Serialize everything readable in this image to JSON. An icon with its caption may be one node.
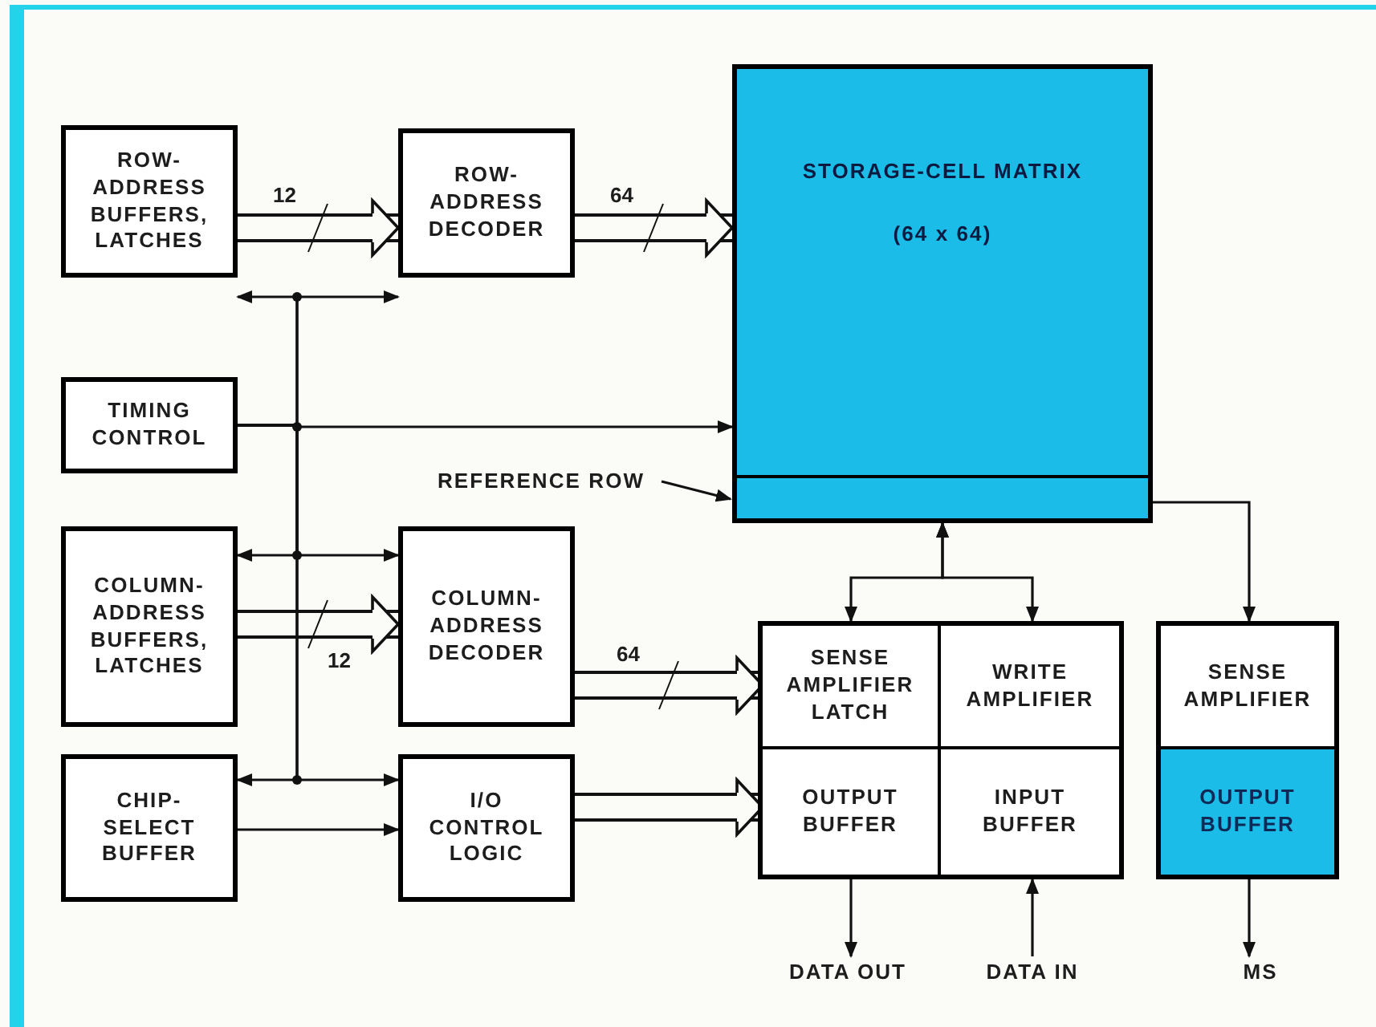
{
  "diagram": {
    "nodes": [
      {
        "text": [
          "ROW-ADDRESS BUFFERS, LATCHES"
        ]
      },
      {
        "text": [
          "ROW-ADDRESS DECODER"
        ]
      },
      {
        "text": [
          "TIMING CONTROL"
        ]
      },
      {
        "text": [
          "COLUMN-ADDRESS BUFFERS, LATCHES"
        ]
      },
      {
        "text": [
          "COLUMN-ADDRESS DECODER"
        ]
      },
      {
        "text": [
          "CHIP-SELECT BUFFER"
        ]
      },
      {
        "text": [
          "I/O CONTROL LOGIC"
        ]
      },
      {
        "text": [
          "STORAGE-CELL MATRIX",
          "(64 x 64)"
        ]
      },
      {
        "text": [],
        "shape": "bar",
        "in": 7
      },
      {
        "text": [
          "REFERENCE ROW"
        ]
      },
      {
        "text": [],
        "shape": "box"
      },
      {
        "text": [
          "SENSE AMPLIFIER LATCH"
        ],
        "in": 10
      },
      {
        "text": [
          "WRITE AMPLIFIER"
        ],
        "in": 10
      },
      {
        "text": [
          "OUTPUT BUFFER"
        ],
        "in": 10
      },
      {
        "text": [
          "INPUT BUFFER"
        ],
        "in": 10
      },
      {
        "text": [],
        "shape": "box"
      },
      {
        "text": [
          "SENSE AMPLIFIER"
        ],
        "in": 15
      },
      {
        "text": [
          "OUTPUT BUFFER"
        ],
        "in": 15
      },
      {
        "text": [
          "DATA OUT"
        ]
      },
      {
        "text": [
          "DATA IN"
        ]
      },
      {
        "text": [
          "MS"
        ]
      }
    ],
    "edges": [
      {
        "from": 0,
        "to": 1,
        "arrow": "to",
        "label": "12",
        "style": "thick"
      },
      {
        "from": 1,
        "to": 7,
        "arrow": "to",
        "label": "64",
        "style": "thick"
      },
      {
        "from": 3,
        "to": 4,
        "arrow": "to",
        "label": "12",
        "style": "thick"
      },
      {
        "from": 4,
        "to": 11,
        "arrow": "to",
        "label": "64",
        "style": "thick"
      },
      {
        "from": 6,
        "to": 13,
        "arrow": "to",
        "style": "thick"
      },
      {
        "from": 2,
        "to": 0,
        "arrow": "to"
      },
      {
        "from": 2,
        "to": 1,
        "arrow": "to"
      },
      {
        "from": 2,
        "to": 7,
        "arrow": "to"
      },
      {
        "from": 2,
        "to": 3,
        "arrow": "to"
      },
      {
        "from": 2,
        "to": 4,
        "arrow": "to"
      },
      {
        "from": 2,
        "to": 5,
        "arrow": "to"
      },
      {
        "from": 2,
        "to": 6,
        "arrow": "to"
      },
      {
        "from": 5,
        "to": 6,
        "arrow": "to"
      },
      {
        "from": 9,
        "to": 8,
        "arrow": "to"
      },
      {
        "from": 7,
        "to": 11,
        "arrow": "both"
      },
      {
        "from": 7,
        "to": 12,
        "arrow": "both"
      },
      {
        "from": 7,
        "to": 16,
        "arrow": "to"
      },
      {
        "from": 13,
        "to": 18,
        "arrow": "to"
      },
      {
        "from": 19,
        "to": 14,
        "arrow": "to"
      },
      {
        "from": 17,
        "to": 20,
        "arrow": "to"
      }
    ]
  }
}
